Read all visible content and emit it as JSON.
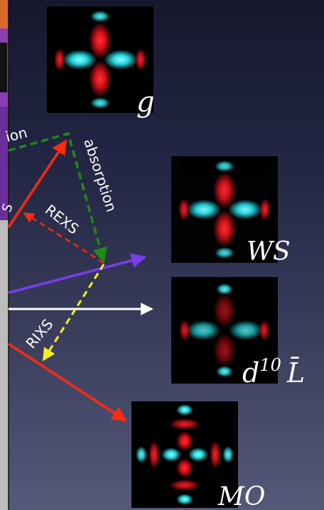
{
  "panels": [
    {
      "id": "g",
      "label": "g",
      "label_sup": "",
      "label_tail": ""
    },
    {
      "id": "ws",
      "label": "WS",
      "label_sup": "",
      "label_tail": ""
    },
    {
      "id": "d10l",
      "label": "d",
      "label_sup": "10",
      "label_tail": "L̄"
    },
    {
      "id": "mo",
      "label": "MO",
      "label_sup": "",
      "label_tail": ""
    }
  ],
  "arrows": {
    "absorption_top": "ion",
    "absorption": "absorption",
    "rexs": "REXS",
    "rixs": "RIXS",
    "left_partial": "S"
  },
  "colors": {
    "red": "#ff2a10",
    "green": "#1f8a16",
    "purple": "#7a3cf0",
    "white": "#ffffff",
    "yellow": "#f2f21a",
    "orbital_red": "#e3101a",
    "orbital_cyan": "#2fe6ea"
  }
}
